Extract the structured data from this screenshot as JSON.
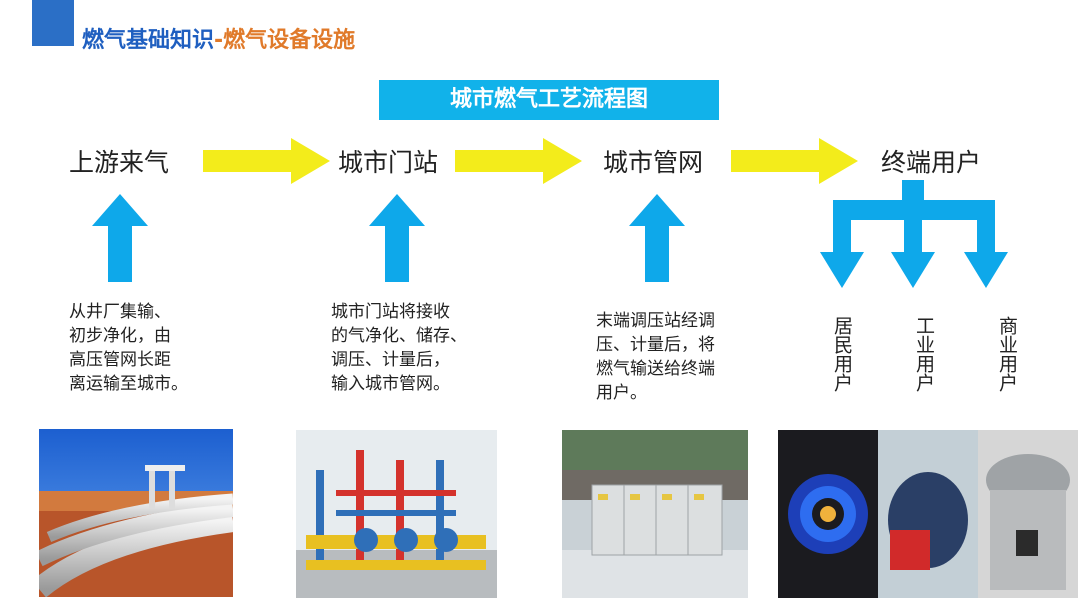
{
  "header": {
    "main": "燃气基础知识",
    "sep": "-",
    "sub": "燃气设备设施"
  },
  "banner": "城市燃气工艺流程图",
  "stages": [
    "上游来气",
    "城市门站",
    "城市管网",
    "终端用户"
  ],
  "descriptions": [
    "从井厂集输、\n初步净化，由\n高压管网长距\n离运输至城市。",
    "城市门站将接收\n的气净化、储存、\n调压、计量后，\n输入城市管网。",
    "末端调压站经调\n压、计量后，将\n燃气输送给终端\n用户。"
  ],
  "user_types": [
    "居民用户",
    "工业用户",
    "商业用户"
  ],
  "colors": {
    "arrow_yellow": "#f3ec1b",
    "arrow_blue": "#0ea8ea",
    "banner": "#11b2ea",
    "title_blue": "#1f5fc0",
    "title_orange": "#e07a2a"
  }
}
